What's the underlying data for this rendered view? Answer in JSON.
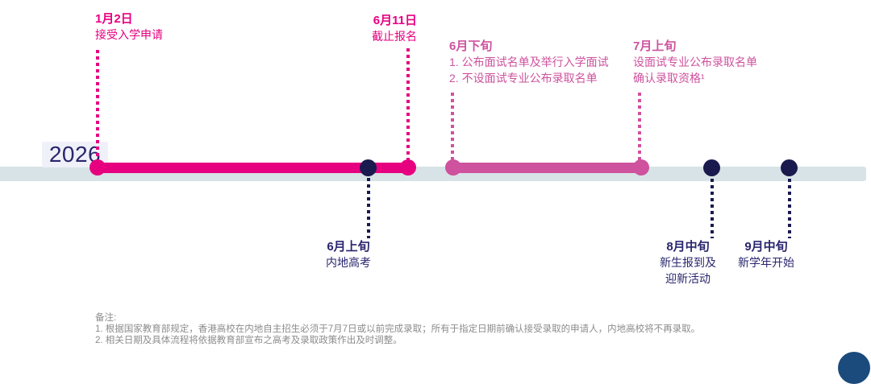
{
  "year": "2026",
  "colors": {
    "magenta": "#e60080",
    "pink": "#ce529e",
    "navy_text": "#29256e",
    "navy_dot": "#1a1a4f",
    "band": "#d7e3e6",
    "year_chip_bg": "#f0f1f8",
    "notes_gray": "#8c8c8c",
    "fab_blue": "#1b4a7c"
  },
  "events_top": [
    {
      "date": "1月2日",
      "lines": [
        "接受入学申请"
      ]
    },
    {
      "date": "6月11日",
      "lines": [
        "截止报名"
      ]
    },
    {
      "date": "6月下旬",
      "lines": [
        "1.  公布面试名单及举行入学面试",
        "2. 不设面试专业公布录取名单"
      ]
    },
    {
      "date": "7月上旬",
      "lines": [
        "设面试专业公布录取名单",
        "确认录取资格¹"
      ]
    }
  ],
  "events_bottom": [
    {
      "date": "6月上旬",
      "lines": [
        "内地高考"
      ]
    },
    {
      "date": "8月中旬",
      "lines": [
        "新生报到及",
        "迎新活动"
      ]
    },
    {
      "date": "9月中旬",
      "lines": [
        "新学年开始"
      ]
    }
  ],
  "notes": {
    "title": "备注:",
    "items": [
      "1. 根据国家教育部规定，香港高校在内地自主招生必须于7月7日或以前完成录取；所有于指定日期前确认接受录取的申请人，内地高校将不再录取。",
      "2. 相关日期及具体流程将依据教育部宣布之高考及录取政策作出及时调整。"
    ]
  }
}
